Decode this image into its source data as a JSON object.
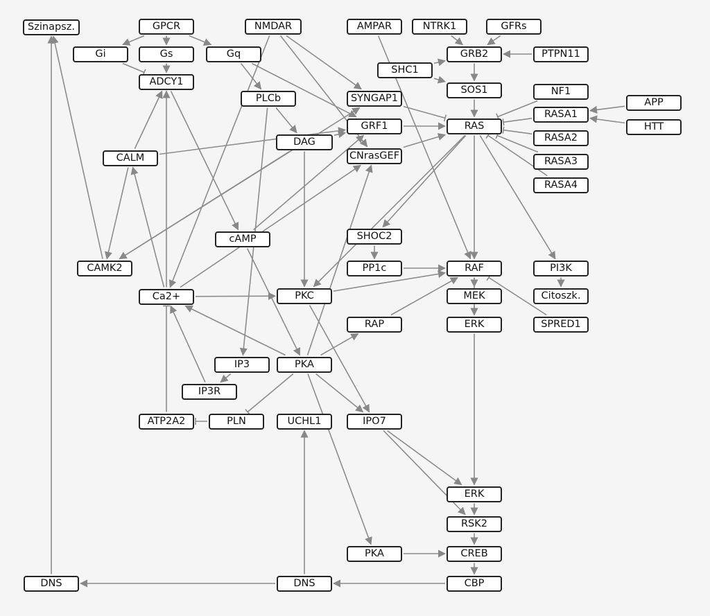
{
  "diagram": {
    "nodes": [
      {
        "id": "szinapsz",
        "label": "Szinapsz."
      },
      {
        "id": "gpcr",
        "label": "GPCR"
      },
      {
        "id": "nmdar",
        "label": "NMDAR"
      },
      {
        "id": "ampar",
        "label": "AMPAR"
      },
      {
        "id": "ntrk1",
        "label": "NTRK1"
      },
      {
        "id": "gfrs",
        "label": "GFRs"
      },
      {
        "id": "gi",
        "label": "Gi"
      },
      {
        "id": "gs",
        "label": "Gs"
      },
      {
        "id": "gq",
        "label": "Gq"
      },
      {
        "id": "grb2",
        "label": "GRB2"
      },
      {
        "id": "ptpn11",
        "label": "PTPN11"
      },
      {
        "id": "shc1",
        "label": "SHC1"
      },
      {
        "id": "adcy1",
        "label": "ADCY1"
      },
      {
        "id": "sos1",
        "label": "SOS1"
      },
      {
        "id": "nf1",
        "label": "NF1"
      },
      {
        "id": "plcb",
        "label": "PLCb"
      },
      {
        "id": "syngap1",
        "label": "SYNGAP1"
      },
      {
        "id": "app",
        "label": "APP"
      },
      {
        "id": "rasa1",
        "label": "RASA1"
      },
      {
        "id": "grf1",
        "label": "GRF1"
      },
      {
        "id": "ras",
        "label": "RAS"
      },
      {
        "id": "htt",
        "label": "HTT"
      },
      {
        "id": "dag",
        "label": "DAG"
      },
      {
        "id": "rasa2",
        "label": "RASA2"
      },
      {
        "id": "calm",
        "label": "CALM"
      },
      {
        "id": "cnrasgef",
        "label": "CNrasGEF"
      },
      {
        "id": "rasa3",
        "label": "RASA3"
      },
      {
        "id": "rasa4",
        "label": "RASA4"
      },
      {
        "id": "shoc2",
        "label": "SHOC2"
      },
      {
        "id": "camp",
        "label": "cAMP"
      },
      {
        "id": "camk2",
        "label": "CAMK2"
      },
      {
        "id": "pp1c",
        "label": "PP1c"
      },
      {
        "id": "raf",
        "label": "RAF"
      },
      {
        "id": "pi3k",
        "label": "PI3K"
      },
      {
        "id": "ca2",
        "label": "Ca2+"
      },
      {
        "id": "pkc",
        "label": "PKC"
      },
      {
        "id": "mek",
        "label": "MEK"
      },
      {
        "id": "citoszk",
        "label": "Citoszk."
      },
      {
        "id": "rap",
        "label": "RAP"
      },
      {
        "id": "erk1",
        "label": "ERK"
      },
      {
        "id": "spred1",
        "label": "SPRED1"
      },
      {
        "id": "ip3",
        "label": "IP3"
      },
      {
        "id": "pka1",
        "label": "PKA"
      },
      {
        "id": "ip3r",
        "label": "IP3R"
      },
      {
        "id": "atp2a2",
        "label": "ATP2A2"
      },
      {
        "id": "pln",
        "label": "PLN"
      },
      {
        "id": "uchl1",
        "label": "UCHL1"
      },
      {
        "id": "ipo7",
        "label": "IPO7"
      },
      {
        "id": "erk2",
        "label": "ERK"
      },
      {
        "id": "rsk2",
        "label": "RSK2"
      },
      {
        "id": "pka2",
        "label": "PKA"
      },
      {
        "id": "creb",
        "label": "CREB"
      },
      {
        "id": "dns1",
        "label": "DNS"
      },
      {
        "id": "dns2",
        "label": "DNS"
      },
      {
        "id": "cbp",
        "label": "CBP"
      }
    ],
    "edges": [
      {
        "from": "gpcr",
        "to": "gi",
        "type": "arrow"
      },
      {
        "from": "gpcr",
        "to": "gs",
        "type": "arrow"
      },
      {
        "from": "gpcr",
        "to": "gq",
        "type": "arrow"
      },
      {
        "from": "gs",
        "to": "adcy1",
        "type": "arrow"
      },
      {
        "from": "gi",
        "to": "adcy1",
        "type": "inhibit"
      },
      {
        "from": "gq",
        "to": "plcb",
        "type": "arrow"
      },
      {
        "from": "gq",
        "to": "grf1",
        "type": "arrow"
      },
      {
        "from": "nmdar",
        "to": "syngap1",
        "type": "arrow"
      },
      {
        "from": "nmdar",
        "to": "cnrasgef",
        "type": "arrow"
      },
      {
        "from": "nmdar",
        "to": "ca2",
        "type": "arrow"
      },
      {
        "from": "ntrk1",
        "to": "grb2",
        "type": "arrow"
      },
      {
        "from": "gfrs",
        "to": "grb2",
        "type": "arrow"
      },
      {
        "from": "ptpn11",
        "to": "grb2",
        "type": "arrow"
      },
      {
        "from": "shc1",
        "to": "grb2",
        "type": "arrow"
      },
      {
        "from": "shc1",
        "to": "sos1",
        "type": "arrow"
      },
      {
        "from": "grb2",
        "to": "sos1",
        "type": "arrow"
      },
      {
        "from": "sos1",
        "to": "ras",
        "type": "arrow"
      },
      {
        "from": "nf1",
        "to": "ras",
        "type": "inhibit"
      },
      {
        "from": "rasa1",
        "to": "ras",
        "type": "inhibit"
      },
      {
        "from": "rasa2",
        "to": "ras",
        "type": "inhibit"
      },
      {
        "from": "rasa3",
        "to": "ras",
        "type": "inhibit"
      },
      {
        "from": "rasa4",
        "to": "ras",
        "type": "inhibit"
      },
      {
        "from": "app",
        "to": "rasa1",
        "type": "arrow"
      },
      {
        "from": "htt",
        "to": "rasa1",
        "type": "arrow"
      },
      {
        "from": "syngap1",
        "to": "ras",
        "type": "inhibit"
      },
      {
        "from": "grf1",
        "to": "ras",
        "type": "arrow"
      },
      {
        "from": "cnrasgef",
        "to": "ras",
        "type": "arrow"
      },
      {
        "from": "plcb",
        "to": "dag",
        "type": "arrow"
      },
      {
        "from": "plcb",
        "to": "ip3",
        "type": "arrow"
      },
      {
        "from": "dag",
        "to": "pkc",
        "type": "arrow"
      },
      {
        "from": "dag",
        "to": "grf1",
        "type": "arrow"
      },
      {
        "from": "dag",
        "to": "camk2",
        "type": "arrow"
      },
      {
        "from": "calm",
        "to": "adcy1",
        "type": "arrow"
      },
      {
        "from": "calm",
        "to": "camk2",
        "type": "arrow"
      },
      {
        "from": "calm",
        "to": "grf1",
        "type": "arrow"
      },
      {
        "from": "adcy1",
        "to": "camp",
        "type": "arrow"
      },
      {
        "from": "camp",
        "to": "pka1",
        "type": "arrow"
      },
      {
        "from": "camp",
        "to": "grf1",
        "type": "arrow"
      },
      {
        "from": "camk2",
        "to": "szinapsz",
        "type": "arrow"
      },
      {
        "from": "camk2",
        "to": "syngap1",
        "type": "arrow"
      },
      {
        "from": "ca2",
        "to": "calm",
        "type": "arrow"
      },
      {
        "from": "ca2",
        "to": "adcy1",
        "type": "arrow"
      },
      {
        "from": "ca2",
        "to": "pkc",
        "type": "arrow"
      },
      {
        "from": "ca2",
        "to": "cnrasgef",
        "type": "arrow"
      },
      {
        "from": "ras",
        "to": "raf",
        "type": "arrow"
      },
      {
        "from": "ras",
        "to": "pi3k",
        "type": "arrow"
      },
      {
        "from": "ras",
        "to": "shoc2",
        "type": "arrow"
      },
      {
        "from": "ras",
        "to": "pkc",
        "type": "arrow"
      },
      {
        "from": "shoc2",
        "to": "pp1c",
        "type": "arrow"
      },
      {
        "from": "pp1c",
        "to": "raf",
        "type": "arrow"
      },
      {
        "from": "pkc",
        "to": "raf",
        "type": "arrow"
      },
      {
        "from": "pkc",
        "to": "ipo7",
        "type": "arrow"
      },
      {
        "from": "ampar",
        "to": "raf",
        "type": "arrow"
      },
      {
        "from": "raf",
        "to": "mek",
        "type": "arrow"
      },
      {
        "from": "mek",
        "to": "erk1",
        "type": "arrow"
      },
      {
        "from": "raf",
        "to": "erk1",
        "type": "arrow"
      },
      {
        "from": "spred1",
        "to": "raf",
        "type": "inhibit"
      },
      {
        "from": "pi3k",
        "to": "citoszk",
        "type": "arrow"
      },
      {
        "from": "rap",
        "to": "raf",
        "type": "arrow"
      },
      {
        "from": "pka1",
        "to": "rap",
        "type": "arrow"
      },
      {
        "from": "pka1",
        "to": "ca2",
        "type": "arrow"
      },
      {
        "from": "pka1",
        "to": "cnrasgef",
        "type": "arrow"
      },
      {
        "from": "pka1",
        "to": "pln",
        "type": "inhibit"
      },
      {
        "from": "pka1",
        "to": "ipo7",
        "type": "arrow"
      },
      {
        "from": "pka1",
        "to": "pka2",
        "type": "arrow"
      },
      {
        "from": "ip3",
        "to": "ip3r",
        "type": "arrow"
      },
      {
        "from": "ip3r",
        "to": "ca2",
        "type": "arrow"
      },
      {
        "from": "atp2a2",
        "to": "ca2",
        "type": "inhibit"
      },
      {
        "from": "pln",
        "to": "atp2a2",
        "type": "inhibit"
      },
      {
        "from": "erk1",
        "to": "erk2",
        "type": "arrow"
      },
      {
        "from": "ipo7",
        "to": "erk2",
        "type": "arrow"
      },
      {
        "from": "ipo7",
        "to": "rsk2",
        "type": "arrow"
      },
      {
        "from": "erk2",
        "to": "rsk2",
        "type": "arrow"
      },
      {
        "from": "rsk2",
        "to": "creb",
        "type": "arrow"
      },
      {
        "from": "pka2",
        "to": "creb",
        "type": "arrow"
      },
      {
        "from": "creb",
        "to": "cbp",
        "type": "arrow"
      },
      {
        "from": "cbp",
        "to": "dns2",
        "type": "arrow"
      },
      {
        "from": "dns2",
        "to": "dns1",
        "type": "arrow"
      },
      {
        "from": "dns1",
        "to": "szinapsz",
        "type": "arrow"
      },
      {
        "from": "dns2",
        "to": "uchl1",
        "type": "arrow"
      }
    ]
  }
}
